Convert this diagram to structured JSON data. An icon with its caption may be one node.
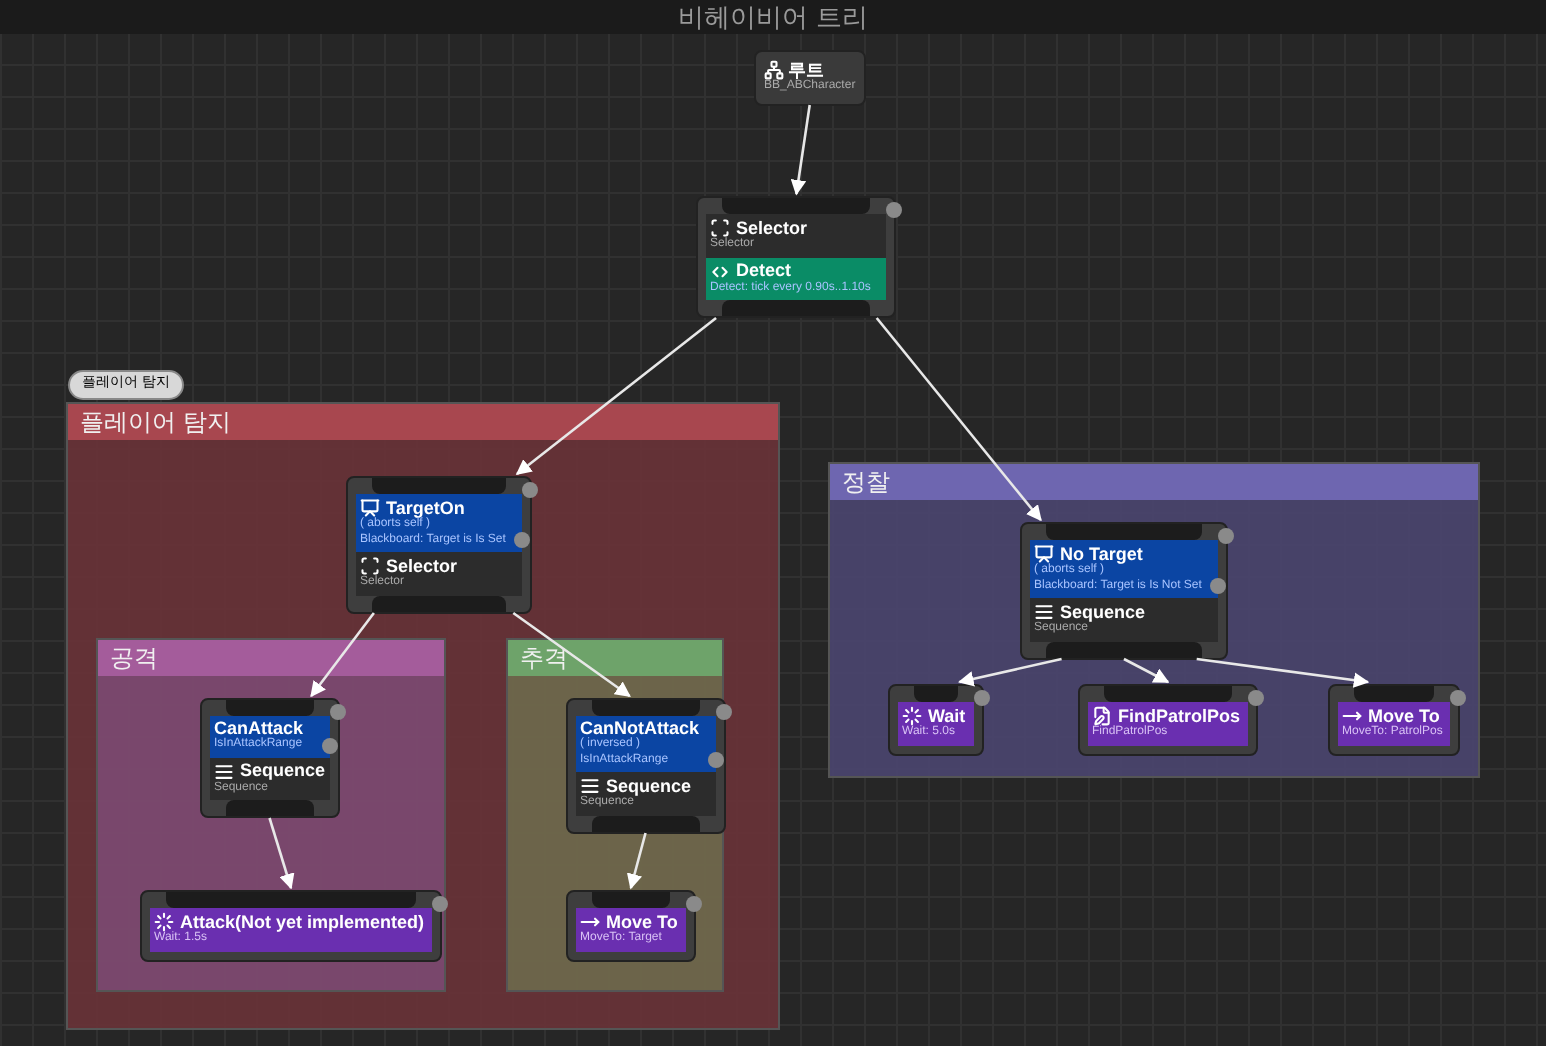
{
  "diagram": {
    "title": "비헤이비어 트리",
    "nodes": [
      {
        "text": [
          "루트",
          "BB_ABCharacter"
        ]
      },
      {
        "text": [
          "Selector",
          "Selector"
        ]
      },
      {
        "text": [
          "Detect",
          "Detect: tick every 0.90s..1.10s"
        ],
        "in": 1
      },
      {
        "text": [
          "플레이어 탐지"
        ],
        "beside": [
          "플레이어 탐지"
        ]
      },
      {
        "text": [
          "Selector",
          "Selector"
        ],
        "in": 3
      },
      {
        "text": [
          "TargetOn",
          "( aborts self )",
          "Blackboard: Target is Is Set"
        ],
        "in": 4
      },
      {
        "text": [
          "공격"
        ],
        "in": 3
      },
      {
        "text": [
          "Sequence",
          "Sequence"
        ],
        "in": 6
      },
      {
        "text": [
          "CanAttack",
          "IsInAttackRange"
        ],
        "in": 7
      },
      {
        "text": [
          "Attack(Not yet implemented)",
          "Wait: 1.5s"
        ],
        "in": 6
      },
      {
        "text": [
          "추격"
        ],
        "in": 3
      },
      {
        "text": [
          "Sequence",
          "Sequence"
        ],
        "in": 10
      },
      {
        "text": [
          "CanNotAttack",
          "( inversed )",
          "IsInAttackRange"
        ],
        "in": 11
      },
      {
        "text": [
          "Move To",
          "MoveTo: Target"
        ],
        "in": 10
      },
      {
        "text": [
          "정찰"
        ]
      },
      {
        "text": [
          "Sequence",
          "Sequence"
        ],
        "in": 14
      },
      {
        "text": [
          "No Target",
          "( aborts self )",
          "Blackboard: Target is Is Not Set"
        ],
        "in": 15
      },
      {
        "text": [
          "Wait",
          "Wait: 5.0s"
        ],
        "in": 14
      },
      {
        "text": [
          "FindPatrolPos",
          "FindPatrolPos"
        ],
        "in": 14
      },
      {
        "text": [
          "Move To",
          "MoveTo: PatrolPos"
        ],
        "in": 14
      }
    ],
    "edges": [
      {
        "from": 0,
        "to": 1,
        "arrow": "to"
      },
      {
        "from": 1,
        "to": 4,
        "arrow": "to"
      },
      {
        "from": 1,
        "to": 15,
        "arrow": "to"
      },
      {
        "from": 4,
        "to": 7,
        "arrow": "to"
      },
      {
        "from": 4,
        "to": 11,
        "arrow": "to"
      },
      {
        "from": 7,
        "to": 9,
        "arrow": "to"
      },
      {
        "from": 11,
        "to": 13,
        "arrow": "to"
      },
      {
        "from": 15,
        "to": 17,
        "arrow": "to"
      },
      {
        "from": 15,
        "to": 18,
        "arrow": "to"
      },
      {
        "from": 15,
        "to": 19,
        "arrow": "to"
      }
    ]
  }
}
